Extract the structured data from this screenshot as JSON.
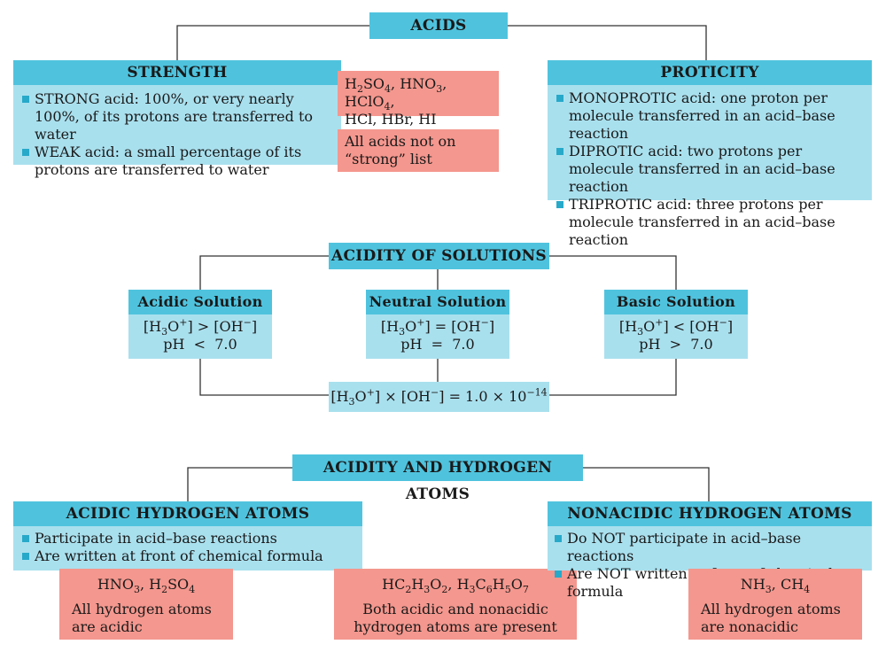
{
  "acids": {
    "title": "ACIDS",
    "strength": {
      "title": "STRENGTH",
      "strong": "STRONG acid: 100%, or very nearly 100%, of its protons are transferred to water",
      "weak": "WEAK acid: a small percentage of its protons are transferred to water",
      "strong_list_line2": "HCl, HBr, HI",
      "weak_list": "All acids not on “strong” list"
    },
    "proticity": {
      "title": "PROTICITY",
      "mono": "MONOPROTIC acid: one proton per molecule transferred in an acid–base reaction",
      "di": "DIPROTIC acid: two protons per molecule transferred in an acid–base reaction",
      "tri": "TRIPROTIC acid: three protons per molecule transferred in an acid–base reaction"
    }
  },
  "solutions": {
    "title": "ACIDITY OF SOLUTIONS",
    "acidic": {
      "title": "Acidic Solution",
      "ph": "pH  <  7.0"
    },
    "neutral": {
      "title": "Neutral Solution",
      "ph": "pH  =  7.0"
    },
    "basic": {
      "title": "Basic Solution",
      "ph": "pH  >  7.0"
    }
  },
  "hydrogen": {
    "title": "ACIDITY AND HYDROGEN ATOMS",
    "acidic": {
      "title": "ACIDIC HYDROGEN ATOMS",
      "b1": "Participate in acid–base reactions",
      "b2": "Are written at front of chemical formula",
      "note": "All hydrogen atoms are acidic"
    },
    "mixed": {
      "note": "Both acidic and nonacidic hydrogen atoms are present"
    },
    "nonacidic": {
      "title": "NONACIDIC HYDROGEN ATOMS",
      "b1": "Do NOT participate in acid–base reactions",
      "b2": "Are NOT written at front of chemical formula",
      "note": "All hydrogen atoms are nonacidic"
    }
  },
  "colors": {
    "header": "#4fc3de",
    "body": "#a9e0ee",
    "example": "#f4978e",
    "bullet": "#27a9c9"
  }
}
